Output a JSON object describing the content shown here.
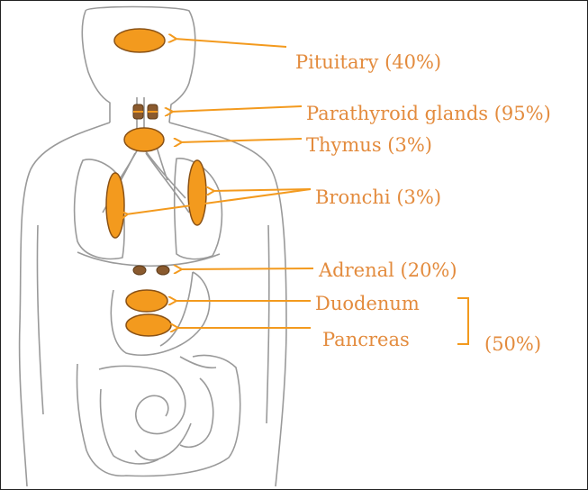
{
  "colors": {
    "organ": "#f39a1e",
    "organ_stroke": "#8a5216",
    "adrenal": "#8a5a2e",
    "label": "#e38b3d",
    "outline": "#9a9a9a"
  },
  "labels": {
    "pituitary": "Pituitary (40%)",
    "parathyroid": "Parathyroid glands (95%)",
    "thymus": "Thymus (3%)",
    "bronchi": "Bronchi (3%)",
    "adrenal": "Adrenal (20%)",
    "duodenum": "Duodenum",
    "pancreas": "Pancreas",
    "duo_pan_group": "(50%)"
  },
  "icons": {
    "body": "human-body-outline-icon",
    "arrow": "arrow-left-icon"
  }
}
